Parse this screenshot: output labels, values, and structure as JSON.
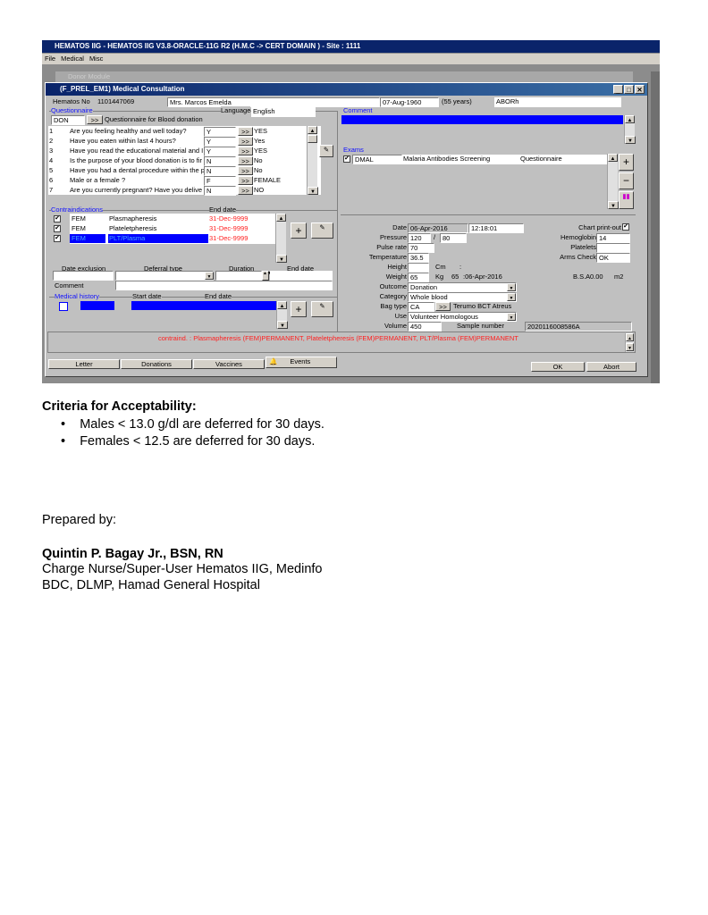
{
  "app": {
    "title": "HEMATOS IIG - HEMATOS IIG V3.8-ORACLE-11G R2 (H.M.C -> CERT DOMAIN ) - Site : 1111",
    "menu": [
      "File",
      "Medical",
      "Misc"
    ],
    "back_window": "Donor Module"
  },
  "window": {
    "title": "(F_PREL_EM1) Medical Consultation",
    "hematos_no_label": "Hematos No",
    "hematos_no": "1101447069",
    "name": "Mrs. Marcos Emelda",
    "dob": "07-Aug-1960",
    "age": "(55 years)",
    "blood_group": "ABORh",
    "questionnaire_label": "Questionnaire",
    "language_label": "Language",
    "language": "English",
    "q_code": "DON",
    "q_title": "Questionnaire for Blood donation",
    "questions": [
      {
        "n": "1",
        "q": "Are you feeling healthy and well today?",
        "a": "Y",
        "t": "YES"
      },
      {
        "n": "2",
        "q": "Have you eaten within last 4 hours?",
        "a": "Y",
        "t": "Yes"
      },
      {
        "n": "3",
        "q": "Have you read the educational material and I",
        "a": "Y",
        "t": "YES"
      },
      {
        "n": "4",
        "q": "Is the purpose of your blood donation is to fir",
        "a": "N",
        "t": "No"
      },
      {
        "n": "5",
        "q": "Have you had a dental procedure within the p",
        "a": "N",
        "t": "No"
      },
      {
        "n": "6",
        "q": "Male or a female ?",
        "a": "F",
        "t": "FEMALE"
      },
      {
        "n": "7",
        "q": "Are you currently pregnant? Have you delive",
        "a": "N",
        "t": "NO"
      }
    ],
    "comment_label": "Comment",
    "exams_label": "Exams",
    "exam": {
      "code": "DMAL",
      "name": "Malaria Antibodies Screening",
      "source": "Questionnaire"
    },
    "contra_label": "Contraindications",
    "end_date_label": "End date",
    "contraindications": [
      {
        "code": "FEM",
        "name": "Plasmapheresis",
        "end": "31-Dec-9999"
      },
      {
        "code": "FEM",
        "name": "Plateletpheresis",
        "end": "31-Dec-9999"
      },
      {
        "code": "FEM",
        "name": "PLT/Plasma",
        "end": "31-Dec-9999"
      }
    ],
    "date_exclusion_label": "Date exclusion",
    "deferral_type_label": "Deferral type",
    "duration_label": "Duration",
    "comment2_label": "Comment",
    "medical_history_label": "Medical history",
    "start_date_label": "Start date",
    "vitals": {
      "date_label": "Date",
      "date": "06-Apr-2016",
      "time": "12:18:01",
      "pressure_label": "Pressure",
      "sys": "120",
      "sep": "/",
      "dia": "80",
      "pulse_label": "Pulse rate",
      "pulse": "70",
      "temp_label": "Temperature",
      "temp": "36.5",
      "height_label": "Height",
      "cm": "Cm",
      "colon": ":",
      "weight_label": "Weight",
      "weight": "65",
      "kg": "Kg",
      "weight_prev": "65",
      "weight_date": ":06-Apr-2016",
      "outcome_label": "Outcome",
      "outcome": "Donation",
      "category_label": "Category",
      "category": "Whole blood",
      "bag_label": "Bag type",
      "bag": "CA",
      "bag_name": "Terumo BCT Atreus",
      "use_label": "Use",
      "use": "Volunteer Homologous",
      "volume_label": "Volume",
      "volume": "450",
      "sample_label": "Sample number",
      "sample": "2020116008586A",
      "chart_label": "Chart print-out",
      "hb_label": "Hemoglobin",
      "hb": "14",
      "plt_label": "Platelets",
      "arms_label": "Arms Check",
      "arms": "OK",
      "bsa_label": "B.S.A",
      "bsa": "0.00",
      "bsa_unit": "m2"
    },
    "message": "contraind. : Plasmapheresis (FEM)PERMANENT, Plateletpheresis (FEM)PERMANENT, PLT/Plasma (FEM)PERMANENT",
    "buttons": {
      "letter": "Letter",
      "donations": "Donations",
      "vaccines": "Vaccines",
      "events": "Events",
      "ok": "OK",
      "abort": "Abort"
    },
    "arrow": ">>"
  },
  "doc": {
    "criteria_title": "Criteria for Acceptability:",
    "criteria": [
      "Males < 13.0 g/dl are deferred for 30 days.",
      "Females < 12.5 are deferred for 30 days."
    ],
    "prepared_by": "Prepared by:",
    "name": "Quintin P. Bagay Jr., BSN, RN",
    "role": "Charge Nurse/Super-User Hematos IIG, Medinfo",
    "dept": "BDC, DLMP, Hamad General Hospital"
  }
}
